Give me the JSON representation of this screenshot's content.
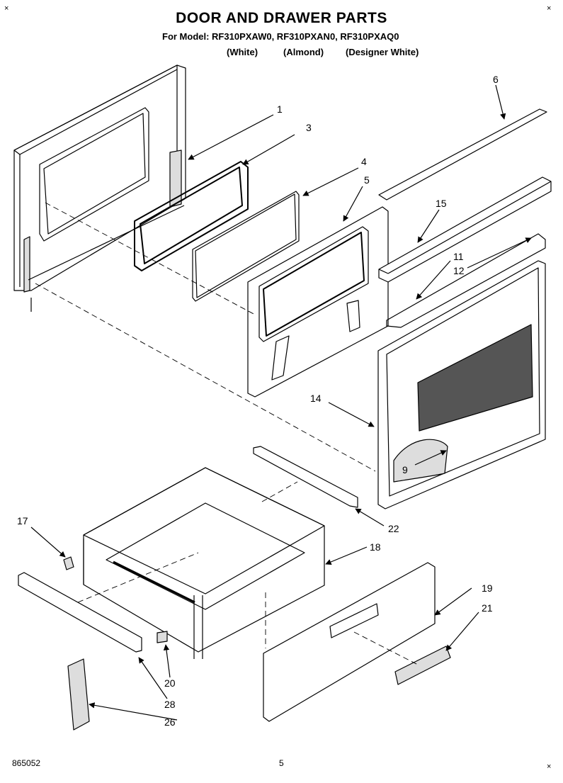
{
  "title": "DOOR AND DRAWER PARTS",
  "model_line": "For Model: RF310PXAW0, RF310PXAN0, RF310PXAQ0",
  "colors": [
    "(White)",
    "(Almond)",
    "(Designer White)"
  ],
  "callouts": [
    "1",
    "3",
    "4",
    "5",
    "6",
    "15",
    "11",
    "12",
    "14",
    "9",
    "17",
    "22",
    "18",
    "19",
    "21",
    "20",
    "28",
    "26"
  ],
  "footer": {
    "doc_number": "865052",
    "page_number": "5"
  }
}
